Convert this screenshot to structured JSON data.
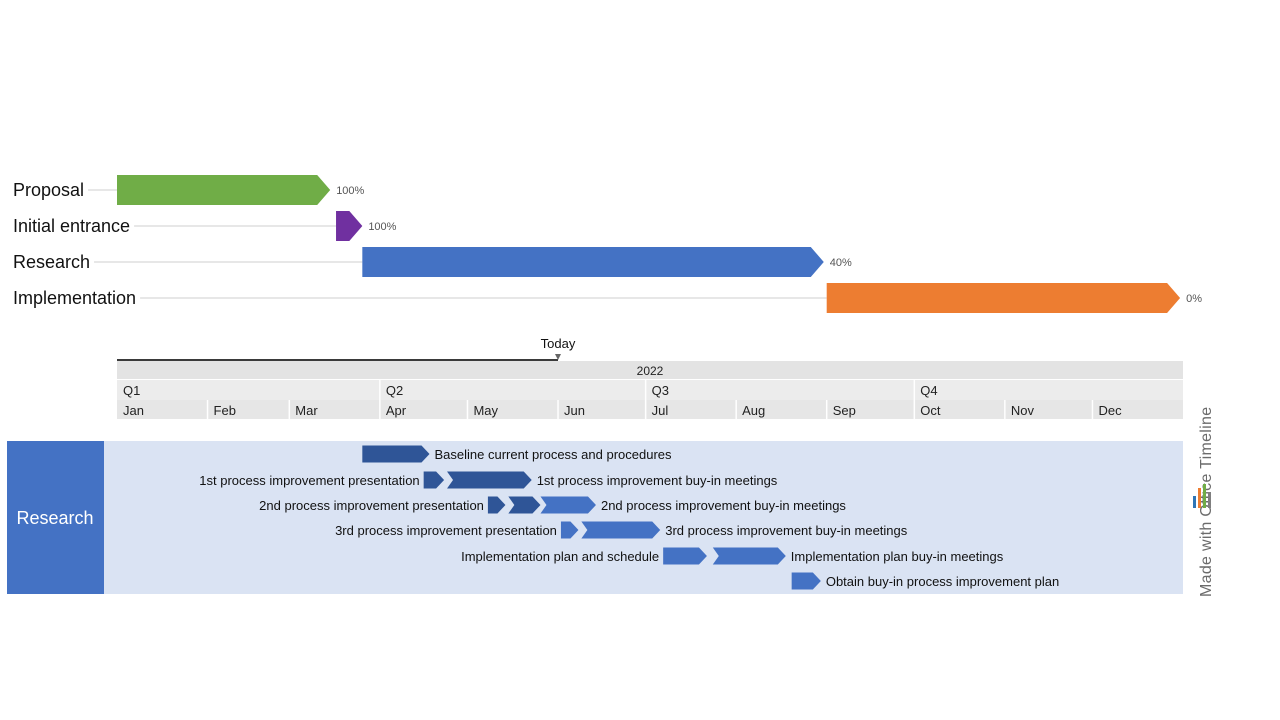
{
  "chart_data": {
    "type": "gantt",
    "year": "2022",
    "today": {
      "label": "Today",
      "date": "2022-06-01"
    },
    "quarters": [
      "Q1",
      "Q2",
      "Q3",
      "Q4"
    ],
    "months": [
      "Jan",
      "Feb",
      "Mar",
      "Apr",
      "May",
      "Jun",
      "Jul",
      "Aug",
      "Sep",
      "Oct",
      "Nov",
      "Dec"
    ],
    "tasks": [
      {
        "name": "Proposal",
        "start": "2022-01-01",
        "end": "2022-03-15",
        "percent": "100%",
        "color": "#70AD47"
      },
      {
        "name": "Initial entrance",
        "start": "2022-03-17",
        "end": "2022-03-26",
        "percent": "100%",
        "color": "#7030A0"
      },
      {
        "name": "Research",
        "start": "2022-03-26",
        "end": "2022-08-31",
        "percent": "40%",
        "color": "#4472C4"
      },
      {
        "name": "Implementation",
        "start": "2022-09-01",
        "end": "2022-12-31",
        "percent": "0%",
        "color": "#ED7D31"
      }
    ],
    "swimlane": {
      "title": "Research",
      "color": "#4472C4",
      "background": "#DAE3F3",
      "items": [
        {
          "label": "Baseline current process and procedures",
          "label_side": "right",
          "segments": [
            {
              "start": "2022-03-26",
              "end": "2022-04-18",
              "color": "#2F5597"
            }
          ]
        },
        {
          "label_left": "1st process improvement presentation",
          "label_right": "1st process improvement buy-in meetings",
          "segments": [
            {
              "start": "2022-04-16",
              "end": "2022-04-23",
              "color": "#2F5597"
            },
            {
              "start": "2022-04-24",
              "end": "2022-05-23",
              "color": "#2F5597"
            }
          ]
        },
        {
          "label_left": "2nd process improvement presentation",
          "label_right": "2nd process improvement buy-in meetings",
          "segments": [
            {
              "start": "2022-05-08",
              "end": "2022-05-14",
              "color": "#2F5597"
            },
            {
              "start": "2022-05-15",
              "end": "2022-05-26",
              "color": "#2F5597"
            },
            {
              "start": "2022-05-26",
              "end": "2022-06-14",
              "color": "#4472C4"
            }
          ]
        },
        {
          "label_left": "3rd process improvement presentation",
          "label_right": "3rd process improvement buy-in meetings",
          "segments": [
            {
              "start": "2022-06-02",
              "end": "2022-06-08",
              "color": "#4472C4"
            },
            {
              "start": "2022-06-09",
              "end": "2022-07-06",
              "color": "#4472C4"
            }
          ]
        },
        {
          "label_left": "Implementation plan and schedule",
          "label_right": "Implementation plan buy-in meetings",
          "segments": [
            {
              "start": "2022-07-07",
              "end": "2022-07-22",
              "color": "#4472C4"
            },
            {
              "start": "2022-07-24",
              "end": "2022-08-18",
              "color": "#4472C4"
            }
          ]
        },
        {
          "label": "Obtain buy-in process improvement plan",
          "label_side": "right",
          "segments": [
            {
              "start": "2022-08-20",
              "end": "2022-08-30",
              "color": "#4472C4"
            }
          ]
        }
      ]
    },
    "watermark": "Made with Office Timeline"
  }
}
